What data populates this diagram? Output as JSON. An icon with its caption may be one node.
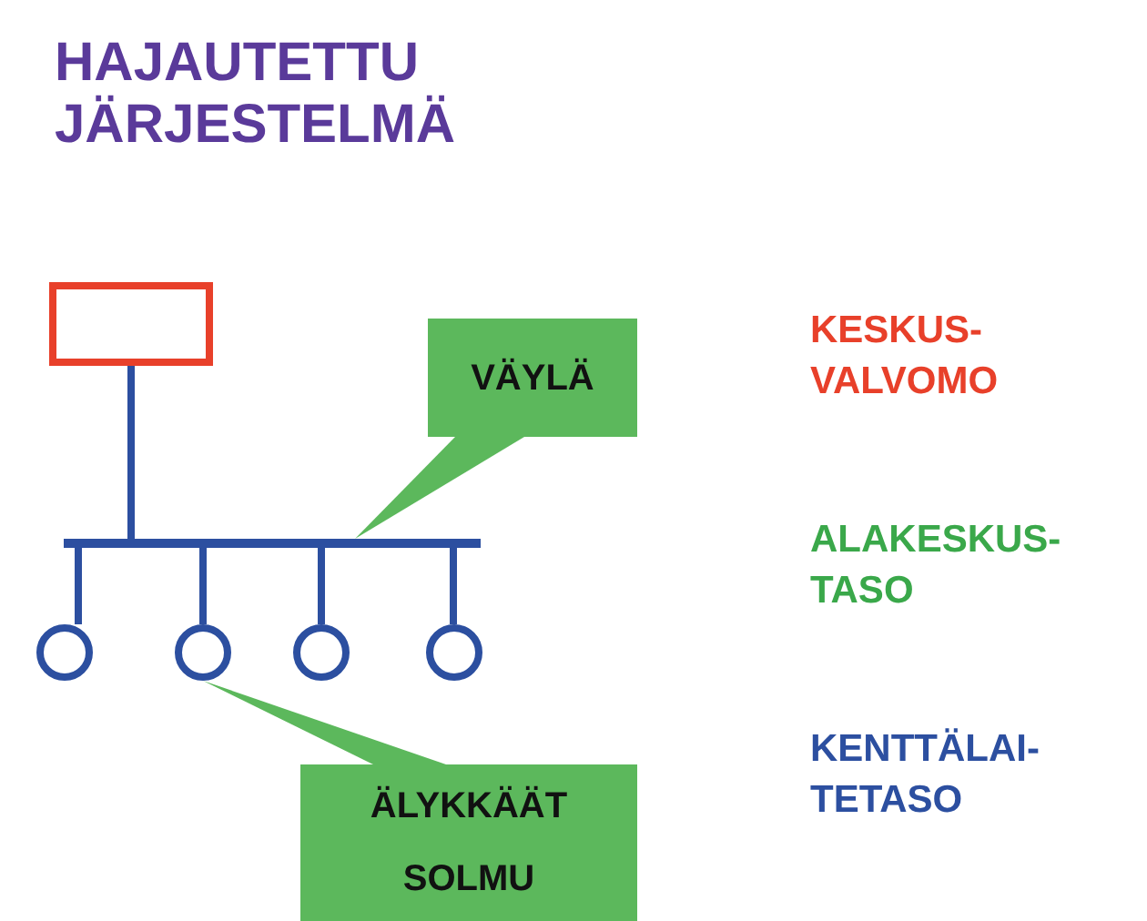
{
  "diagram": {
    "title": "HAJAUTETTU JÄRJESTELMÄ",
    "nodes": [
      {
        "text": [],
        "shape": "box"
      },
      {
        "text": [
          "VÄYLÄ"
        ]
      },
      {
        "text": [],
        "shape": "bar"
      },
      {
        "text": [],
        "shape": "circle"
      },
      {
        "text": [],
        "shape": "circle"
      },
      {
        "text": [],
        "shape": "circle"
      },
      {
        "text": [],
        "shape": "circle"
      },
      {
        "text": [
          "ÄLYKKÄÄT SOLMU"
        ]
      }
    ],
    "edges": [
      {
        "from": 0,
        "to": 2,
        "arrow": "none"
      },
      {
        "from": 1,
        "to": 2,
        "arrow": "none"
      },
      {
        "from": 2,
        "to": 3,
        "arrow": "none"
      },
      {
        "from": 2,
        "to": 4,
        "arrow": "none"
      },
      {
        "from": 2,
        "to": 5,
        "arrow": "none"
      },
      {
        "from": 2,
        "to": 6,
        "arrow": "none"
      },
      {
        "from": 7,
        "to": 4,
        "arrow": "none"
      }
    ],
    "labels": [
      "KESKUS- VALVOMO",
      "ALAKESKUS- TASO",
      "KENTTÄLAI- TETASO"
    ]
  }
}
